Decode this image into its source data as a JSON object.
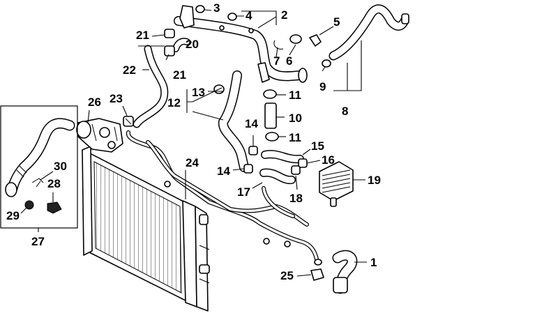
{
  "callouts": {
    "c1": "1",
    "c2": "2",
    "c3": "3",
    "c4": "4",
    "c5": "5",
    "c6": "6",
    "c7": "7",
    "c8": "8",
    "c9": "9",
    "c10": "10",
    "c11a": "11",
    "c11b": "11",
    "c12": "12",
    "c13": "13",
    "c14a": "14",
    "c14b": "14",
    "c15": "15",
    "c16": "16",
    "c17": "17",
    "c18": "18",
    "c19": "19",
    "c20": "20",
    "c21a": "21",
    "c21b": "21",
    "c22": "22",
    "c23": "23",
    "c24": "24",
    "c25": "25",
    "c26": "26",
    "c27": "27",
    "c28": "28",
    "c29": "29",
    "c30": "30"
  },
  "colors": {
    "line": "#000000",
    "background": "#ffffff"
  }
}
